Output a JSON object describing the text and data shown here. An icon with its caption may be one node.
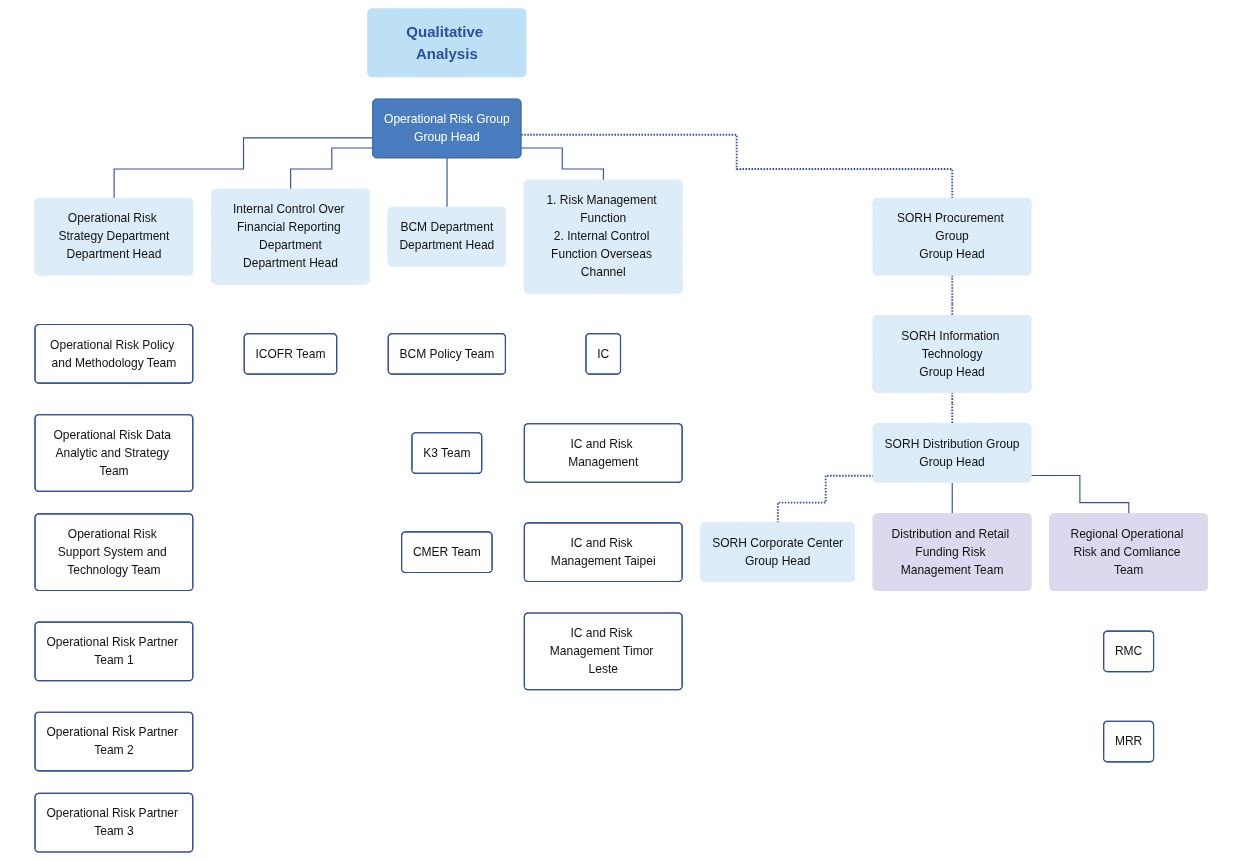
{
  "diagram": {
    "nodes": [
      {
        "text": [
          "Qualitative Analysis"
        ]
      },
      {
        "text": [
          "Operational Risk Group",
          "Group Head"
        ]
      },
      {
        "text": [
          "SORH Procurement Group",
          "Group Head"
        ]
      },
      {
        "text": [
          "SORH Information Technology",
          "Group Head"
        ]
      },
      {
        "text": [
          "SORH Distribution Group",
          "Group Head"
        ]
      },
      {
        "text": [
          "SORH Corporate Center",
          "Group Head"
        ]
      },
      {
        "text": [
          "Operational Risk Strategy Department",
          "Department Head"
        ]
      },
      {
        "text": [
          "Internal Control Over Financial Reporting Department",
          "Department Head"
        ]
      },
      {
        "text": [
          "BCM Department",
          "Department Head"
        ]
      },
      {
        "text": [
          "1. Risk Management Function",
          "2. Internal Control Function Overseas Channel"
        ]
      },
      {
        "text": [
          "Distribution and Retail Funding Risk Management Team"
        ]
      },
      {
        "text": [
          "Regional Operational Risk and Comliance Team"
        ]
      },
      {
        "text": [
          "Operational Risk Policy and Methodology Team"
        ]
      },
      {
        "text": [
          "Operational Risk Data Analytic and Strategy Team"
        ]
      },
      {
        "text": [
          "Operational Risk Support System and Technology Team"
        ]
      },
      {
        "text": [
          "Operational Risk Partner Team 1"
        ]
      },
      {
        "text": [
          "Operational Risk Partner Team 2"
        ]
      },
      {
        "text": [
          "Operational Risk Partner Team 3"
        ]
      },
      {
        "text": [
          "ICOFR Team"
        ]
      },
      {
        "text": [
          "BCM Policy Team"
        ]
      },
      {
        "text": [
          "K3 Team"
        ]
      },
      {
        "text": [
          "CMER Team"
        ]
      },
      {
        "text": [
          "IC"
        ]
      },
      {
        "text": [
          "IC and Risk Management"
        ]
      },
      {
        "text": [
          "IC and Risk Management Taipei"
        ]
      },
      {
        "text": [
          "IC and Risk Management Timor Leste"
        ]
      },
      {
        "text": [
          "RMC"
        ]
      },
      {
        "text": [
          "MRR"
        ]
      }
    ],
    "edges": [
      {
        "from": 1,
        "to": 6,
        "arrow": "none"
      },
      {
        "from": 1,
        "to": 7,
        "arrow": "none"
      },
      {
        "from": 1,
        "to": 8,
        "arrow": "none"
      },
      {
        "from": 1,
        "to": 9,
        "arrow": "none"
      },
      {
        "from": 1,
        "to": 2,
        "arrow": "none",
        "style": "dashed"
      },
      {
        "from": 2,
        "to": 3,
        "arrow": "none",
        "style": "dashed"
      },
      {
        "from": 3,
        "to": 4,
        "arrow": "none",
        "style": "dashed"
      },
      {
        "from": 4,
        "to": 5,
        "arrow": "none",
        "style": "dashed"
      },
      {
        "from": 4,
        "to": 10,
        "arrow": "none"
      },
      {
        "from": 4,
        "to": 11,
        "arrow": "none"
      }
    ]
  }
}
